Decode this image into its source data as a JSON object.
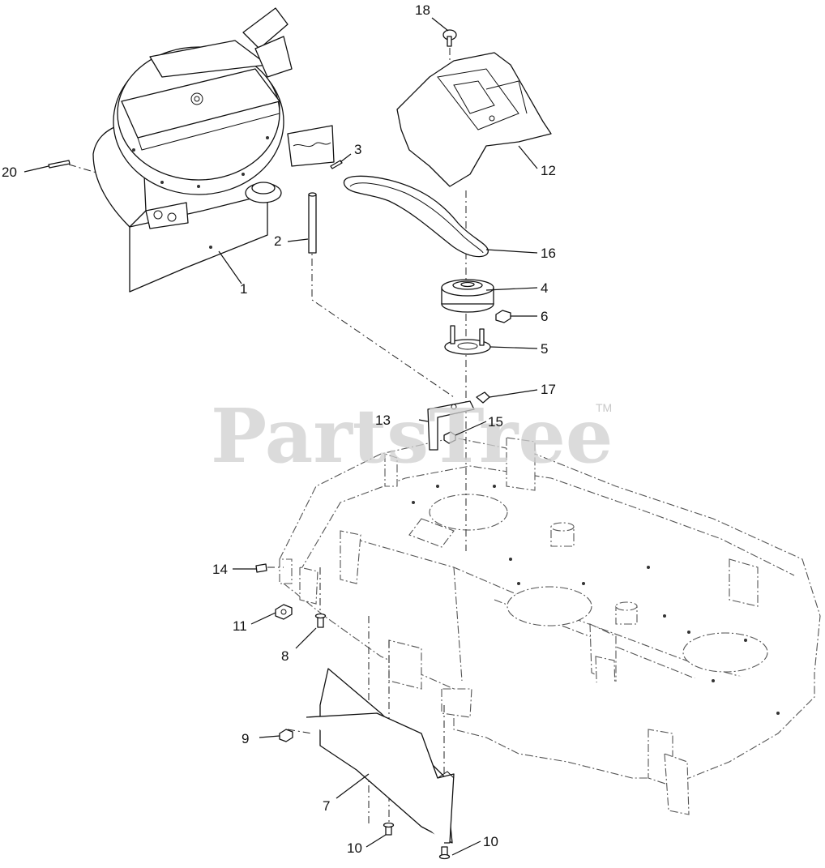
{
  "watermark": {
    "text": "PartsTree",
    "trademark": "TM"
  },
  "callouts": [
    {
      "id": "18",
      "label": "18"
    },
    {
      "id": "20",
      "label": "20"
    },
    {
      "id": "3",
      "label": "3"
    },
    {
      "id": "12",
      "label": "12"
    },
    {
      "id": "2",
      "label": "2"
    },
    {
      "id": "16",
      "label": "16"
    },
    {
      "id": "1",
      "label": "1"
    },
    {
      "id": "4",
      "label": "4"
    },
    {
      "id": "6",
      "label": "6"
    },
    {
      "id": "5",
      "label": "5"
    },
    {
      "id": "17",
      "label": "17"
    },
    {
      "id": "13",
      "label": "13"
    },
    {
      "id": "15",
      "label": "15"
    },
    {
      "id": "14",
      "label": "14"
    },
    {
      "id": "11",
      "label": "11"
    },
    {
      "id": "8",
      "label": "8"
    },
    {
      "id": "9",
      "label": "9"
    },
    {
      "id": "7",
      "label": "7"
    },
    {
      "id": "10a",
      "label": "10"
    },
    {
      "id": "10b",
      "label": "10"
    }
  ]
}
